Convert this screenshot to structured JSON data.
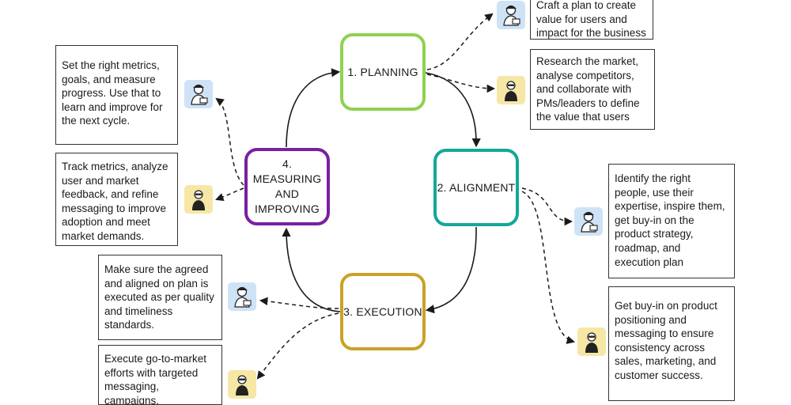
{
  "stages": {
    "planning": {
      "label": "1. PLANNING",
      "color": "#8fd14f"
    },
    "alignment": {
      "label": "2. ALIGNMENT",
      "color": "#12a89a"
    },
    "execution": {
      "label": "3. EXECUTION",
      "color": "#c9a227"
    },
    "measuring": {
      "label": "4. MEASURING AND IMPROVING",
      "color": "#7a1fa2"
    }
  },
  "notes": {
    "planning_value": "Craft a plan to create value for users and impact for the business",
    "planning_research": "Research the market, analyse competitors, and collaborate with PMs/leaders to define the value that users",
    "alignment_people": "Identify the right people, use their expertise, inspire them, get buy-in on the product strategy, roadmap, and execution plan",
    "alignment_positioning": "Get buy-in on product positioning and messaging to ensure consistency across sales, marketing, and customer success.",
    "execution_quality": "Make sure the agreed and aligned on plan is executed as per quality and timeliness standards.",
    "execution_gtm": "Execute go-to-market efforts with targeted messaging, campaigns,",
    "measuring_metrics": "Set the right metrics, goals, and measure progress. Use that to learn and improve for the next cycle.",
    "measuring_track": "Track metrics, analyze user and market feedback, and refine messaging to improve adoption and meet market demands."
  },
  "icons": {
    "designer_avatar": "designer-avatar-icon",
    "marketer_avatar": "marketer-avatar-icon"
  }
}
